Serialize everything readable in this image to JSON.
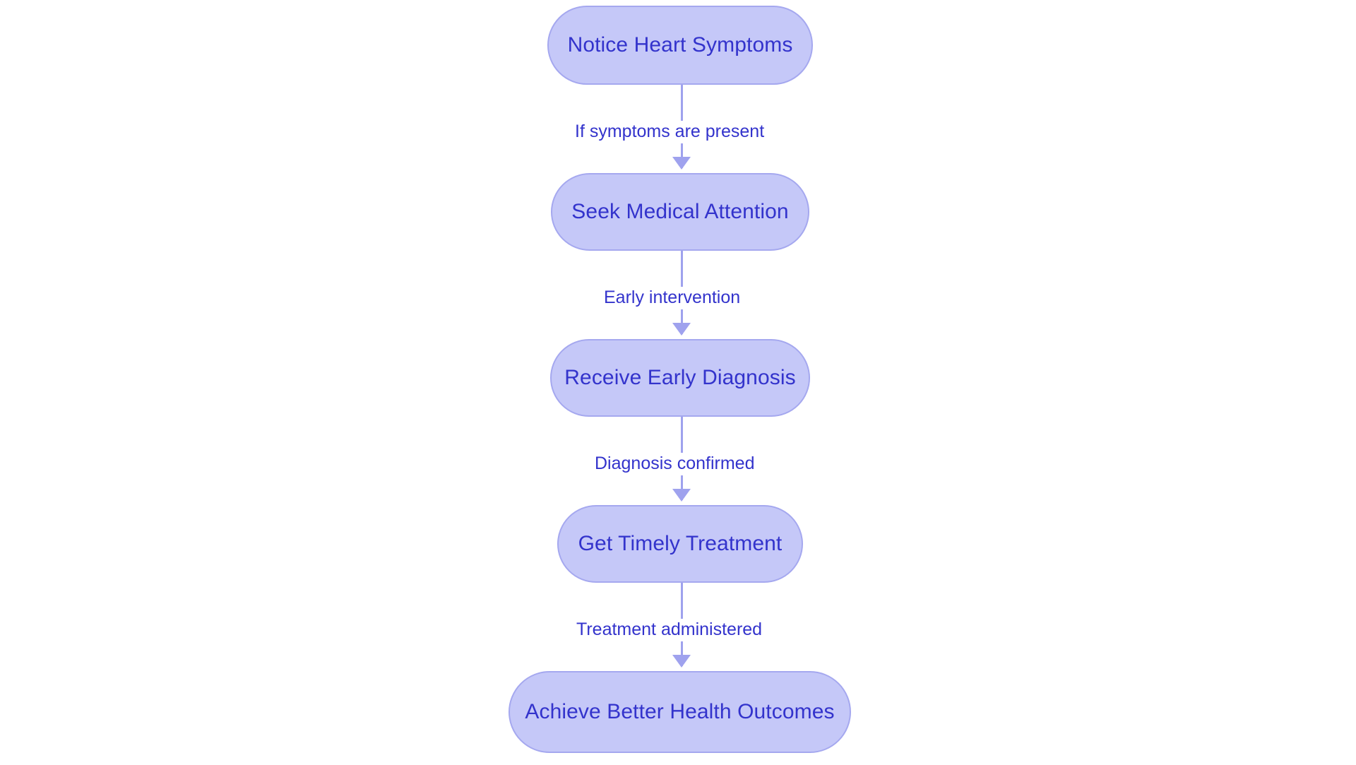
{
  "diagram": {
    "type": "flowchart",
    "orientation": "top-to-bottom",
    "title": "",
    "background_color": "#ffffff",
    "theme": {
      "node_fill": "#c5c8f8",
      "node_border": "#a5a8ef",
      "node_text": "#3333cc",
      "edge_line": "#9fa2ee",
      "edge_label_text": "#3333cc",
      "node_shape": "stadium"
    },
    "nodes": [
      {
        "id": "n1",
        "label": "Notice Heart Symptoms"
      },
      {
        "id": "n2",
        "label": "Seek Medical Attention"
      },
      {
        "id": "n3",
        "label": "Receive Early Diagnosis"
      },
      {
        "id": "n4",
        "label": "Get Timely Treatment"
      },
      {
        "id": "n5",
        "label": "Achieve Better Health Outcomes"
      }
    ],
    "edges": [
      {
        "from": "n1",
        "to": "n2",
        "label": "If symptoms are present",
        "arrow": "arrow-down-icon"
      },
      {
        "from": "n2",
        "to": "n3",
        "label": "Early intervention",
        "arrow": "arrow-down-icon"
      },
      {
        "from": "n3",
        "to": "n4",
        "label": "Diagnosis confirmed",
        "arrow": "arrow-down-icon"
      },
      {
        "from": "n4",
        "to": "n5",
        "label": "Treatment administered",
        "arrow": "arrow-down-icon"
      }
    ]
  }
}
